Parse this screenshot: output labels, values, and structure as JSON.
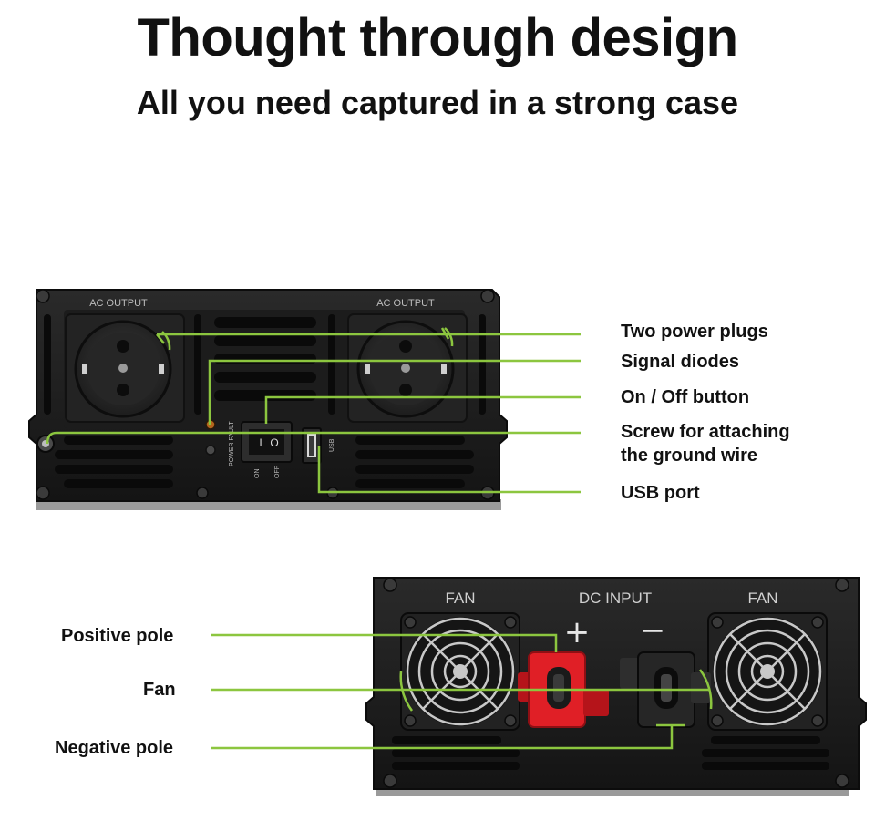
{
  "title": "Thought through design",
  "subtitle": "All you need captured in a strong case",
  "colors": {
    "accent": "#8cc63f",
    "device": "#1b1b1b",
    "positive_pole": "#e01f26"
  },
  "front_panel": {
    "socket_label_left": "AC OUTPUT",
    "socket_label_right": "AC OUTPUT",
    "led_label": "POWER FAULT",
    "switch_on_label": "ON",
    "switch_off_label": "OFF",
    "usb_label": "USB",
    "switch_on_glyph": "I",
    "switch_off_glyph": "O"
  },
  "rear_panel": {
    "fan_label_left": "FAN",
    "fan_label_right": "FAN",
    "dc_input_label": "DC INPUT",
    "plus_sign": "+",
    "minus_sign": "−"
  },
  "callouts_right": [
    "Two power plugs",
    "Signal diodes",
    "On / Off button",
    "Screw for attaching",
    "the ground wire",
    "USB port"
  ],
  "callouts_left": [
    "Positive pole",
    "Fan",
    "Negative pole"
  ]
}
